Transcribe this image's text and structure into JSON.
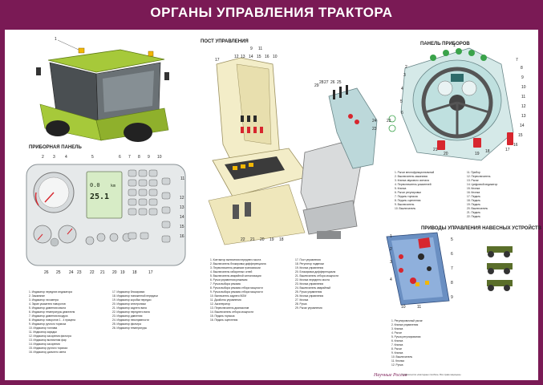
{
  "title": "ОРГАНЫ УПРАВЛЕНИЯ ТРАКТОРА",
  "sections": {
    "dashboard": "ПРИБОРНАЯ ПАНЕЛЬ",
    "control_post": "ПОСТ УПРАВЛЕНИЯ",
    "instrument_panel": "ПАНЕЛЬ ПРИБОРОВ",
    "hitch_drives": "ПРИВОДЫ УПРАВЛЕНИЯ НАВЕСНЫХ УСТРОЙСТВ"
  },
  "display": {
    "line1": "0.0",
    "line2": "25.1",
    "unit": "km"
  },
  "callouts": {
    "cab": [
      "1"
    ],
    "dashboard": [
      "2",
      "3",
      "4",
      "5",
      "6",
      "7",
      "8",
      "9",
      "10",
      "11",
      "12",
      "13",
      "14",
      "15",
      "16",
      "17",
      "18",
      "19",
      "20",
      "21",
      "22",
      "23",
      "24",
      "25",
      "26"
    ],
    "post": [
      "17",
      "12",
      "13",
      "14",
      "15",
      "16",
      "10",
      "9",
      "11",
      "29",
      "28",
      "27",
      "26",
      "25",
      "24",
      "23",
      "22",
      "21",
      "20",
      "19",
      "18"
    ],
    "panel": [
      "1",
      "2",
      "3",
      "4",
      "5",
      "6",
      "7",
      "8",
      "9",
      "10",
      "11",
      "12",
      "13",
      "14",
      "15",
      "16",
      "17",
      "18",
      "19",
      "20",
      "21",
      "22"
    ],
    "hitch": [
      "1",
      "2",
      "3",
      "4",
      "5",
      "6",
      "7",
      "8",
      "9",
      "10",
      "11"
    ]
  },
  "legend_dashboard_col1": [
    "1. Индикатор передних индикатора",
    "2. Зажигание",
    "3. Индикатор тахометра",
    "4. Экран указателя поворотов",
    "5. Индикатор давления масла",
    "6. Индикатор температуры двигателя",
    "7. Индикатор давления воздуха",
    "8. Индикатор поворотов 1 - 4 прицепа",
    "9. Индикатор ручного тормоза",
    "10. Индикатор топлива",
    "11. Индикатор зарядки",
    "12. Индикатор засорения фильтра",
    "13. Индикатор включения фар",
    "14. Индикатор засорения",
    "15. Индикатор ручного тормоза",
    "16. Индикатор дальнего света"
  ],
  "legend_dashboard_col2": [
    "17. Индикатор блокировки",
    "18. Индикатор пониженной передачи",
    "19. Индикатор коробки передач",
    "20. Индикатор электроники",
    "21. Индикатор заднего вала",
    "22. Индикатор переднего вала",
    "23. Индикатор давления",
    "24. Индикатор неисправности",
    "25. Индикатор фильтра",
    "26. Индикатор температуры"
  ],
  "legend_post": [
    "1. Контактор включения переднего моста",
    "2. Выключатель блокировки дифференциала",
    "3. Переключатель режимов трансмиссии",
    "4. Выключатель габаритных огней",
    "5. Выключатель аварийной сигнализации",
    "6. Ручка управления режимом",
    "7. Ручка выбора режима",
    "8. Ручка выбора режима отбора мощности",
    "9. Ручка выбора режима отбора мощности",
    "10. Включатель заднего ВОМ",
    "11. Джойстик управления",
    "12. Акселератор",
    "13. Переключатель диапазонов",
    "14. Выключатель отбора мощности",
    "15. Педаль тормоза",
    "16. Педаль сцепления"
  ],
  "legend_post2": [
    "17. Пост управления",
    "18. Регулятор подвески",
    "19. Кнопка управления",
    "20. Блокировка дифференциала",
    "21. Выключатель отбора мощности",
    "22. Кнопка переднего моста",
    "23. Кнопка управления",
    "24. Выключатель аварийный",
    "25. Ручка управления",
    "26. Кнопка управления",
    "27. Кнопка",
    "28. Ручка",
    "29. Рычаг управления"
  ],
  "legend_panel": [
    "1. Рычаг многофункциональный",
    "2. Выключатель зажигания",
    "3. Кнопка звукового сигнала",
    "4. Переключатель указателей",
    "5. Кнопка",
    "6. Рычаг регулировки",
    "7. Педаль тормоза",
    "8. Педаль сцепления",
    "9. Выключатель",
    "10. Выключатель"
  ],
  "legend_panel2": [
    "11. Прибор",
    "12. Переключатель",
    "13. Рычаг",
    "14. Цифровой индикатор",
    "15. Кнопка",
    "16. Кнопка",
    "17. Педаль",
    "18. Педаль",
    "19. Педаль",
    "20. Выключатель",
    "21. Педаль",
    "22. Педаль"
  ],
  "legend_hitch": [
    "1. Регулировочный рычаг",
    "2. Кнопка управления",
    "3. Кнопка",
    "4. Рычаг",
    "5. Ручка регулирования",
    "6. Кнопка",
    "7. Кнопка",
    "8. Рычаг",
    "9. Кнопка",
    "10. Выключатель",
    "11. Кнопка",
    "12. Ручка"
  ],
  "brand": "Научные Россия",
  "footer": "© Издательство «Наглядные пособия». Все права защищены.",
  "colors": {
    "accent": "#7a1a55",
    "cab_green": "#a6c93a",
    "post_cream": "#f3edc8",
    "panel_teal": "#bfe0df",
    "hitch_blue": "#6a8fc2",
    "red": "#d7262e"
  }
}
